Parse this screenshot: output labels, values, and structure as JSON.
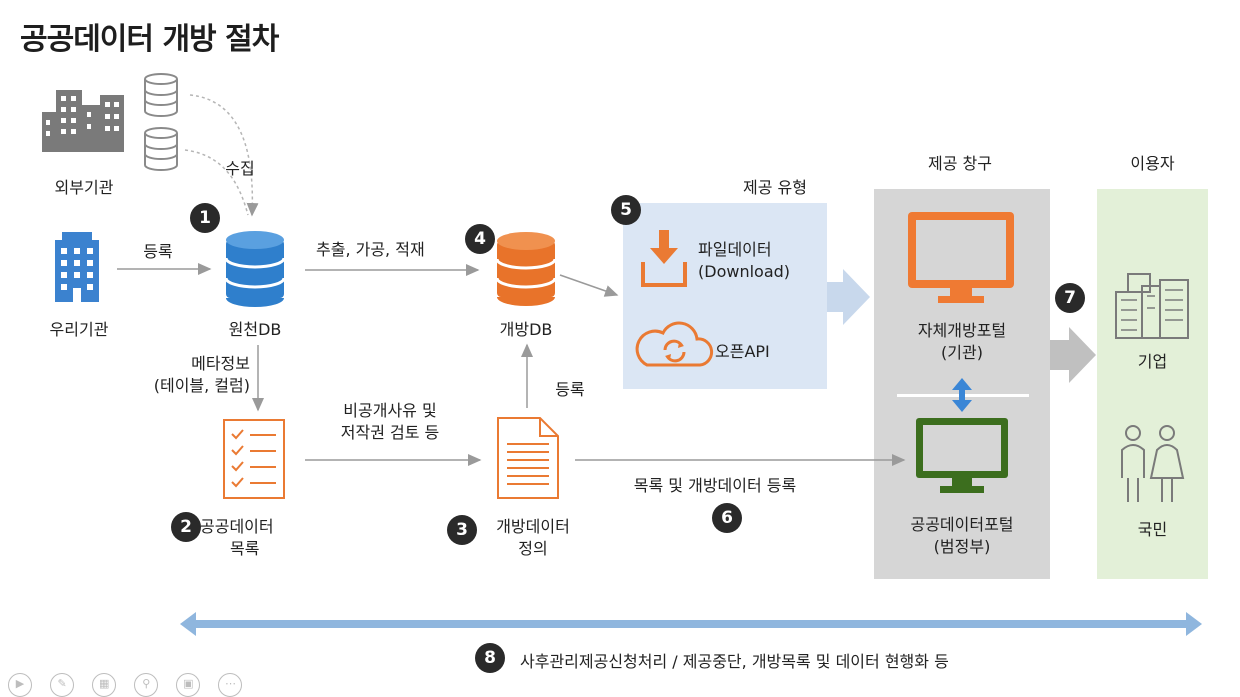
{
  "title": "공공데이터 개방 절차",
  "labels": {
    "external_org": "외부기관",
    "collect": "수집",
    "our_org": "우리기관",
    "register1": "등록",
    "source_db": "원천DB",
    "extract": "추출, 가공, 적재",
    "open_db": "개방DB",
    "meta_line1": "메타정보",
    "meta_line2": "(테이블, 컬럼)",
    "review_line1": "비공개사유 및",
    "review_line2": "저작권 검토 등",
    "register2": "등록",
    "catalog_line1": "공공데이터",
    "catalog_line2": "목록",
    "define_line1": "개방데이터",
    "define_line2": "정의",
    "register_catalog": "목록 및 개방데이터 등록",
    "provide_type": "제공 유형",
    "file_data": "파일데이터",
    "download": "(Download)",
    "open_api": "오픈API",
    "provide_window": "제공 창구",
    "own_portal_line1": "자체개방포털",
    "own_portal_line2": "(기관)",
    "public_portal_line1": "공공데이터포털",
    "public_portal_line2": "(범정부)",
    "users": "이용자",
    "company": "기업",
    "citizen": "국민",
    "aftercare": "사후관리제공신청처리 / 제공중단, 개방목록 및 데이터 현행화 등"
  },
  "steps": [
    "1",
    "2",
    "3",
    "4",
    "5",
    "6",
    "7",
    "8"
  ],
  "colors": {
    "db_blue": "#2f7fcc",
    "db_orange": "#e8732a",
    "monitor_orange": "#ef7a33",
    "monitor_green": "#3c6e1e",
    "panel_blue": "#dbe6f4",
    "panel_gray": "#d6d6d6",
    "panel_green": "#e3f0d8",
    "arrow_blue": "#8fb6de",
    "icon_gray": "#7a7a7a"
  },
  "icons": [
    "building-icon",
    "database-icon",
    "checklist-icon",
    "document-icon",
    "download-icon",
    "cloud-sync-icon",
    "monitor-icon",
    "people-icon"
  ]
}
